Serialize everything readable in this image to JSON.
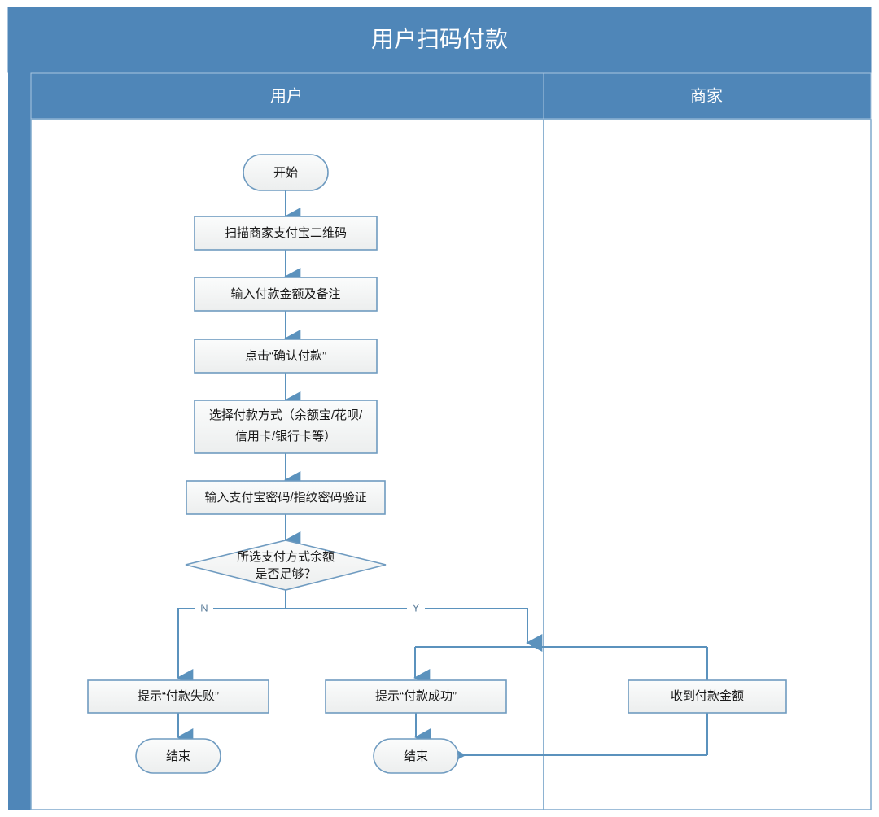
{
  "chart_data": {
    "type": "diagram",
    "diagram_kind": "swimlane-flowchart",
    "title": "用户扫码付款",
    "lanes": [
      {
        "id": "user",
        "label": "用户"
      },
      {
        "id": "merchant",
        "label": "商家"
      }
    ],
    "nodes": [
      {
        "id": "start",
        "shape": "terminator",
        "lane": "user",
        "lines": [
          "开始"
        ]
      },
      {
        "id": "scan",
        "shape": "process",
        "lane": "user",
        "lines": [
          "扫描商家支付宝二维码"
        ]
      },
      {
        "id": "amount",
        "shape": "process",
        "lane": "user",
        "lines": [
          "输入付款金额及备注"
        ]
      },
      {
        "id": "confirm",
        "shape": "process",
        "lane": "user",
        "lines": [
          "点击“确认付款”"
        ]
      },
      {
        "id": "method",
        "shape": "process",
        "lane": "user",
        "lines": [
          "选择付款方式（余额宝/花呗/",
          "信用卡/银行卡等）"
        ]
      },
      {
        "id": "verify",
        "shape": "process",
        "lane": "user",
        "lines": [
          "输入支付宝密码/指纹密码验证"
        ]
      },
      {
        "id": "decision",
        "shape": "decision",
        "lane": "user",
        "lines": [
          "所选支付方式余额",
          "是否足够？"
        ]
      },
      {
        "id": "fail",
        "shape": "process",
        "lane": "user",
        "lines": [
          "提示“付款失败”"
        ]
      },
      {
        "id": "success",
        "shape": "process",
        "lane": "user",
        "lines": [
          "提示“付款成功”"
        ]
      },
      {
        "id": "receive",
        "shape": "process",
        "lane": "merchant",
        "lines": [
          "收到付款金额"
        ]
      },
      {
        "id": "end-fail",
        "shape": "terminator",
        "lane": "user",
        "lines": [
          "结束"
        ]
      },
      {
        "id": "end-success",
        "shape": "terminator",
        "lane": "user",
        "lines": [
          "结束"
        ]
      }
    ],
    "edges": [
      {
        "from": "start",
        "to": "scan",
        "label": ""
      },
      {
        "from": "scan",
        "to": "amount",
        "label": ""
      },
      {
        "from": "amount",
        "to": "confirm",
        "label": ""
      },
      {
        "from": "confirm",
        "to": "method",
        "label": ""
      },
      {
        "from": "method",
        "to": "verify",
        "label": ""
      },
      {
        "from": "verify",
        "to": "decision",
        "label": ""
      },
      {
        "from": "decision",
        "to": "fail",
        "label": "N"
      },
      {
        "from": "decision",
        "to": "success",
        "label": "Y"
      },
      {
        "from": "decision",
        "to": "receive",
        "label": "Y"
      },
      {
        "from": "fail",
        "to": "end-fail",
        "label": ""
      },
      {
        "from": "success",
        "to": "end-success",
        "label": ""
      },
      {
        "from": "receive",
        "to": "end-success",
        "label": ""
      }
    ],
    "branch_labels": {
      "no": "N",
      "yes": "Y"
    },
    "colors": {
      "header_fill": "#4f86b8",
      "lane_border": "#7fa8cc",
      "node_fill": "#f2f3f3",
      "node_stroke": "#6f9bc0",
      "connector": "#5b92bd",
      "title_text": "#ffffff",
      "node_text": "#1a1a1a",
      "canvas": "#ffffff"
    }
  },
  "header": {
    "title": "用户扫码付款"
  },
  "lanes": {
    "user": "用户",
    "merchant": "商家"
  },
  "nodes": {
    "start": "开始",
    "scan": "扫描商家支付宝二维码",
    "amount": "输入付款金额及备注",
    "confirm": "点击“确认付款”",
    "method_line1": "选择付款方式（余额宝/花呗/",
    "method_line2": "信用卡/银行卡等）",
    "verify": "输入支付宝密码/指纹密码验证",
    "decision_line1": "所选支付方式余额",
    "decision_line2": "是否足够？",
    "fail": "提示“付款失败”",
    "success": "提示“付款成功”",
    "receive": "收到付款金额",
    "end_fail": "结束",
    "end_success": "结束"
  },
  "branches": {
    "no": "N",
    "yes": "Y"
  }
}
